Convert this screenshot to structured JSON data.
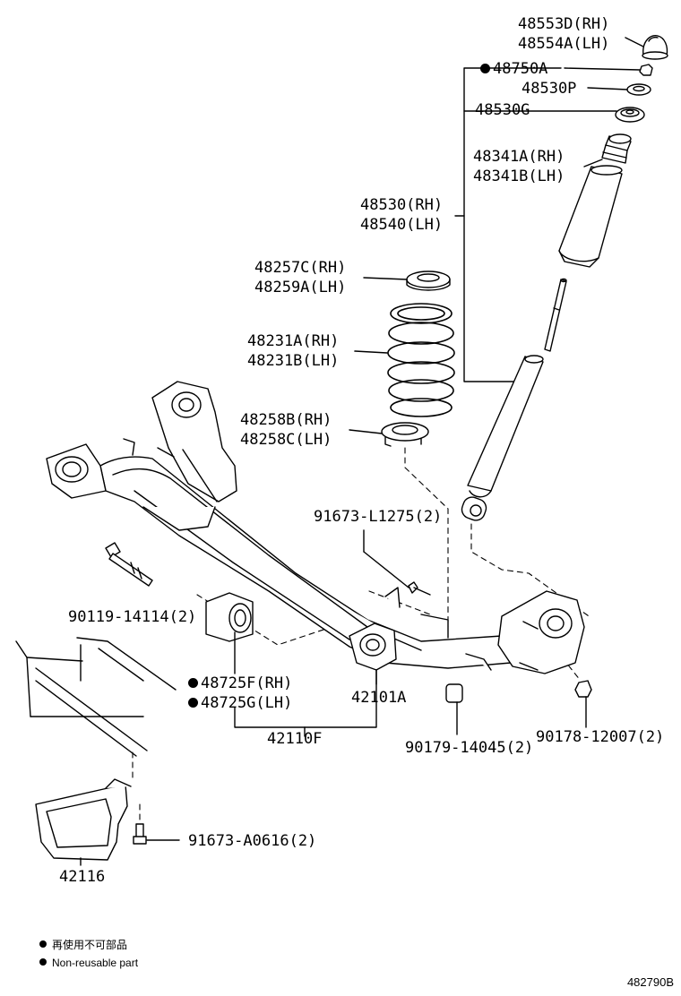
{
  "parts": {
    "upper_support": [
      "48553D(RH)",
      "48554A(LH)"
    ],
    "nut": "48750A",
    "cushion": "48530P",
    "upper_seat": "48530G",
    "bumper": [
      "48341A(RH)",
      "48341B(LH)"
    ],
    "shock_absorber": [
      "48530(RH)",
      "48540(LH)"
    ],
    "upper_insulator": [
      "48257C(RH)",
      "48259A(LH)"
    ],
    "coil_spring": [
      "48231A(RH)",
      "48231B(LH)"
    ],
    "lower_insulator": [
      "48258B(RH)",
      "48258C(LH)"
    ],
    "bolt_l1275": "91673-L1275(2)",
    "bolt_14114": "90119-14114(2)",
    "bushing": [
      "48725F(RH)",
      "48725G(LH)"
    ],
    "beam": "42101A",
    "beam_assy": "42110F",
    "nut_14045": "90179-14045(2)",
    "nut_12007": "90178-12007(2)",
    "bolt_a0616": "91673-A0616(2)",
    "cover": "42116"
  },
  "legend": {
    "jp": "再使用不可部品",
    "en": "Non-reusable part"
  },
  "figure_ref": "482790B"
}
